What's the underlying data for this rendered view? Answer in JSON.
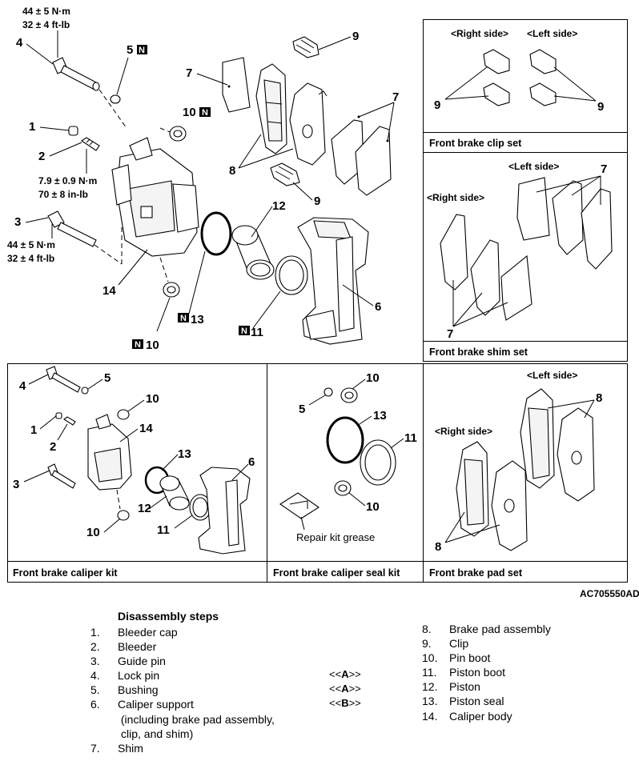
{
  "labels": {
    "torque_lock_pin": [
      "44 ± 5 N·m",
      "32 ± 4 ft-lb"
    ],
    "torque_bleeder": [
      "7.9 ± 0.9 N·m",
      "70 ± 8 in-lb"
    ],
    "torque_guide_pin": [
      "44 ± 5 N·m",
      "32 ± 4 ft-lb"
    ],
    "n_mark": "N",
    "nums": {
      "n1": "1",
      "n2": "2",
      "n3": "3",
      "n4": "4",
      "n5": "5",
      "n6": "6",
      "n7": "7",
      "n8": "8",
      "n9": "9",
      "n10": "10",
      "n11": "11",
      "n12": "12",
      "n13": "13",
      "n14": "14"
    },
    "right_side": "<Right side>",
    "left_side": "<Left side>",
    "repair_kit_grease": "Repair kit grease",
    "figure_code": "AC705550AD"
  },
  "panels": {
    "clip_set": "Front brake clip set",
    "shim_set": "Front brake shim set",
    "caliper_kit": "Front brake caliper kit",
    "seal_kit": "Front brake caliper seal kit",
    "pad_set": "Front brake pad set"
  },
  "disassembly": {
    "heading": "Disassembly steps",
    "col1": [
      {
        "n": "1.",
        "t": "Bleeder cap"
      },
      {
        "n": "2.",
        "t": "Bleeder"
      },
      {
        "n": "3.",
        "t": "Guide pin"
      },
      {
        "n": "4.",
        "t": "Lock pin"
      },
      {
        "n": "5.",
        "t": "Bushing"
      },
      {
        "n": "6.",
        "t": "Caliper support"
      },
      {
        "n": "",
        "t": " (including brake pad assembly,"
      },
      {
        "n": "",
        "t": "clip, and shim)"
      },
      {
        "n": "7.",
        "t": "Shim"
      }
    ],
    "notes": [
      {
        "pre": "<<",
        "mark": "A",
        "post": ">>"
      },
      {
        "pre": "<<",
        "mark": "A",
        "post": ">>"
      },
      {
        "pre": "<<",
        "mark": "B",
        "post": ">>"
      }
    ],
    "col2": [
      {
        "n": "8.",
        "t": "Brake pad assembly"
      },
      {
        "n": "9.",
        "t": "Clip"
      },
      {
        "n": "10.",
        "t": "Pin boot"
      },
      {
        "n": "11.",
        "t": "Piston boot"
      },
      {
        "n": "12.",
        "t": "Piston"
      },
      {
        "n": "13.",
        "t": "Piston seal"
      },
      {
        "n": "14.",
        "t": "Caliper body"
      }
    ]
  }
}
